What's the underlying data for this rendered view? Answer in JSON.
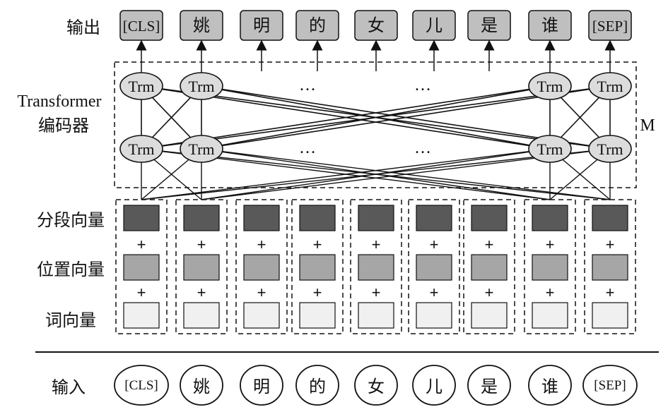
{
  "labels": {
    "output": "输出",
    "encoder_line1": "Transformer",
    "encoder_line2": "编码器",
    "layers": "M",
    "segment": "分段向量",
    "position": "位置向量",
    "word": "词向量",
    "input": "输入",
    "trm": "Trm",
    "ellipsis": "…",
    "plus": "+"
  },
  "tokens": [
    "[CLS]",
    "姚",
    "明",
    "的",
    "女",
    "儿",
    "是",
    "谁",
    "[SEP]"
  ],
  "colors": {
    "segment_fill": "#595959",
    "position_fill": "#a6a6a6",
    "word_fill": "#f0f0f0",
    "output_fill": "#bfbfbf",
    "trm_fill": "#dcdcdc",
    "stroke": "#111111"
  }
}
